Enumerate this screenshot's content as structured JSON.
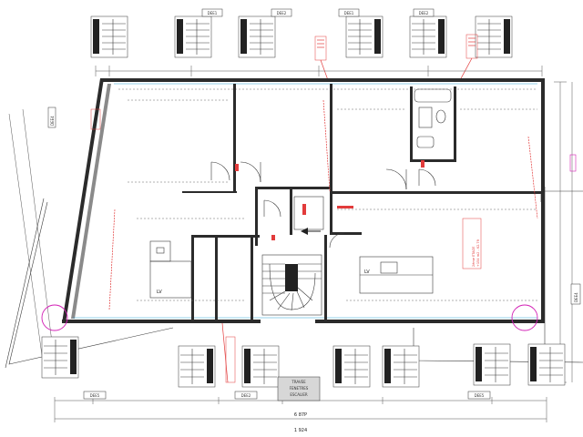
{
  "drawing": {
    "section_labels": [
      "DEE1",
      "DEE2",
      "DEE1",
      "DEE2"
    ],
    "bottom_section_labels": [
      "DEE5",
      "DEE2",
      "DEE5"
    ],
    "side_labels": [
      "DEE4",
      "DEE4"
    ],
    "stair_label": [
      "TRAVEE",
      "FENETRES",
      "ESCALIER"
    ],
    "room_labels": [
      "LV",
      "LV"
    ],
    "floor_stamp": [
      "2ème ETAGE",
      "+154 m2 - 62.79"
    ],
    "dims_bottom": [
      "6 87P",
      "1 924"
    ]
  }
}
